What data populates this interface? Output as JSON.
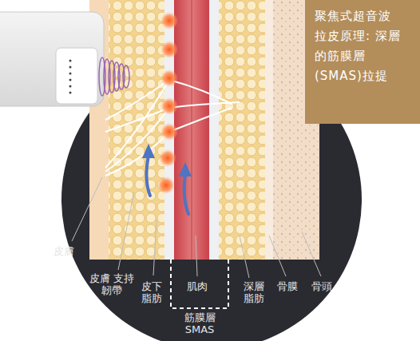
{
  "diagram": {
    "title": "聚焦式超音波 拉皮原理: 深層的筋膜層 (SMAS)拉提",
    "labels": [
      "皮膚",
      "皮膚 支持韌帶",
      "皮下 脂肪",
      "肌肉",
      "深層 脂肪",
      "骨膜",
      "骨頭",
      "筋膜層 SMAS"
    ]
  }
}
